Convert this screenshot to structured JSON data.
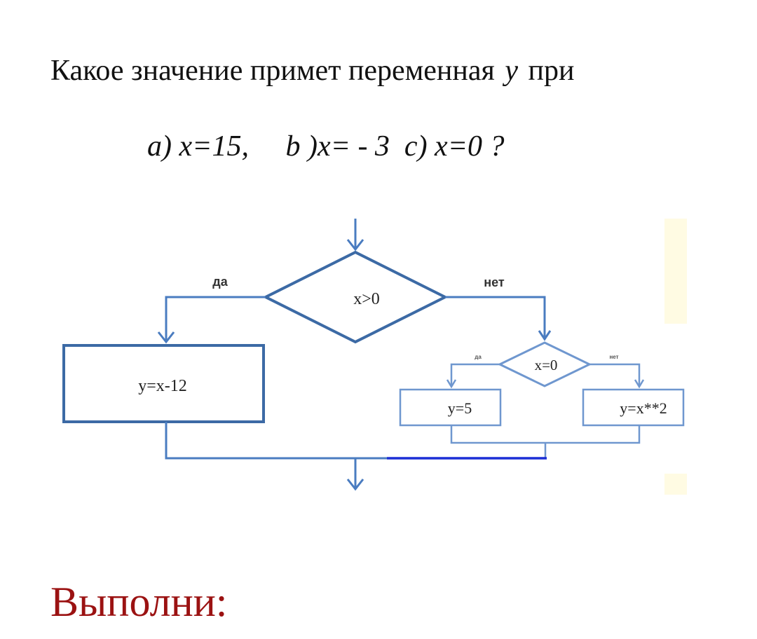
{
  "header": {
    "title_partial": "Ответ:"
  },
  "question": {
    "text_before": "Какое значение примет переменная",
    "variable": "y",
    "text_after": "при"
  },
  "cases": {
    "text": "a) x=15,     b )x= - 3  c) x=0 ?"
  },
  "flowchart": {
    "decision1": {
      "condition": "x>0",
      "yes_label": "да",
      "no_label": "нет"
    },
    "decision2": {
      "condition": "x=0",
      "yes_label": "да",
      "no_label": "нет"
    },
    "process_yes1": "y=x-12",
    "process_yes2": "y=5",
    "process_no2": "y=x**2",
    "colors": {
      "line": "#4a7cc0",
      "shape_border_main": "#3c6aa5",
      "shape_border_light": "#6f97cf",
      "merge_highlight": "#1c2fd6",
      "ghost_highlight": "#fffbe6"
    }
  },
  "footer": {
    "label": "Выполни:"
  }
}
